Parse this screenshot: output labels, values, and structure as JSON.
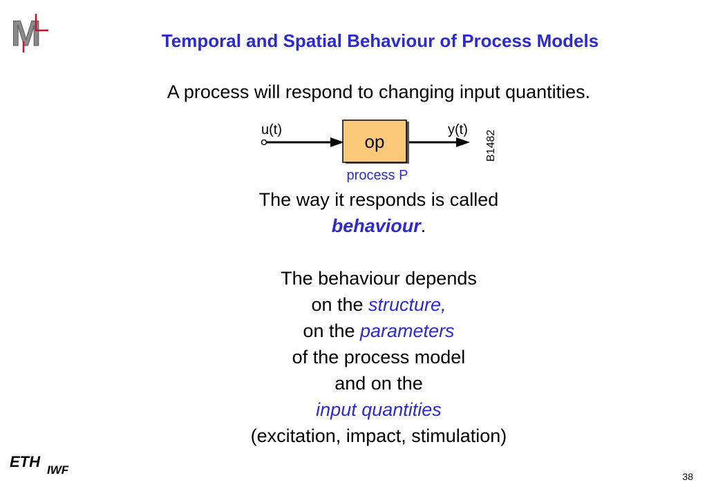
{
  "slide": {
    "title": "Temporal and Spatial Behaviour of Process Models",
    "intro": "A process will respond to changing input quantities.",
    "page_number": "38"
  },
  "diagram": {
    "input_label": "u(t)",
    "output_label": "y(t)",
    "block_label": "op",
    "caption": "process P",
    "figure_id": "B1482",
    "block_fill": "#fbc97a",
    "caption_color": "#2b2bd0"
  },
  "body": {
    "line1": "The way it responds is called",
    "behaviour_term": "behaviour",
    "behaviour_period": ".",
    "line3": "The behaviour depends",
    "on_the_1": "on the ",
    "structure_term": "structure,",
    "on_the_2": "on the ",
    "parameters_term": "parameters",
    "line6": "of the process model",
    "line7": "and on the",
    "input_term": "input quantities",
    "line9": "(excitation, impact, stimulation)"
  },
  "logos": {
    "top_logo_text": "M",
    "bottom_logo_eth": "ETH",
    "bottom_logo_iwf": "IWF"
  },
  "colors": {
    "accent_blue": "#2b2bd0",
    "logo_red": "#c8102e",
    "logo_gray": "#8a8a8a"
  }
}
